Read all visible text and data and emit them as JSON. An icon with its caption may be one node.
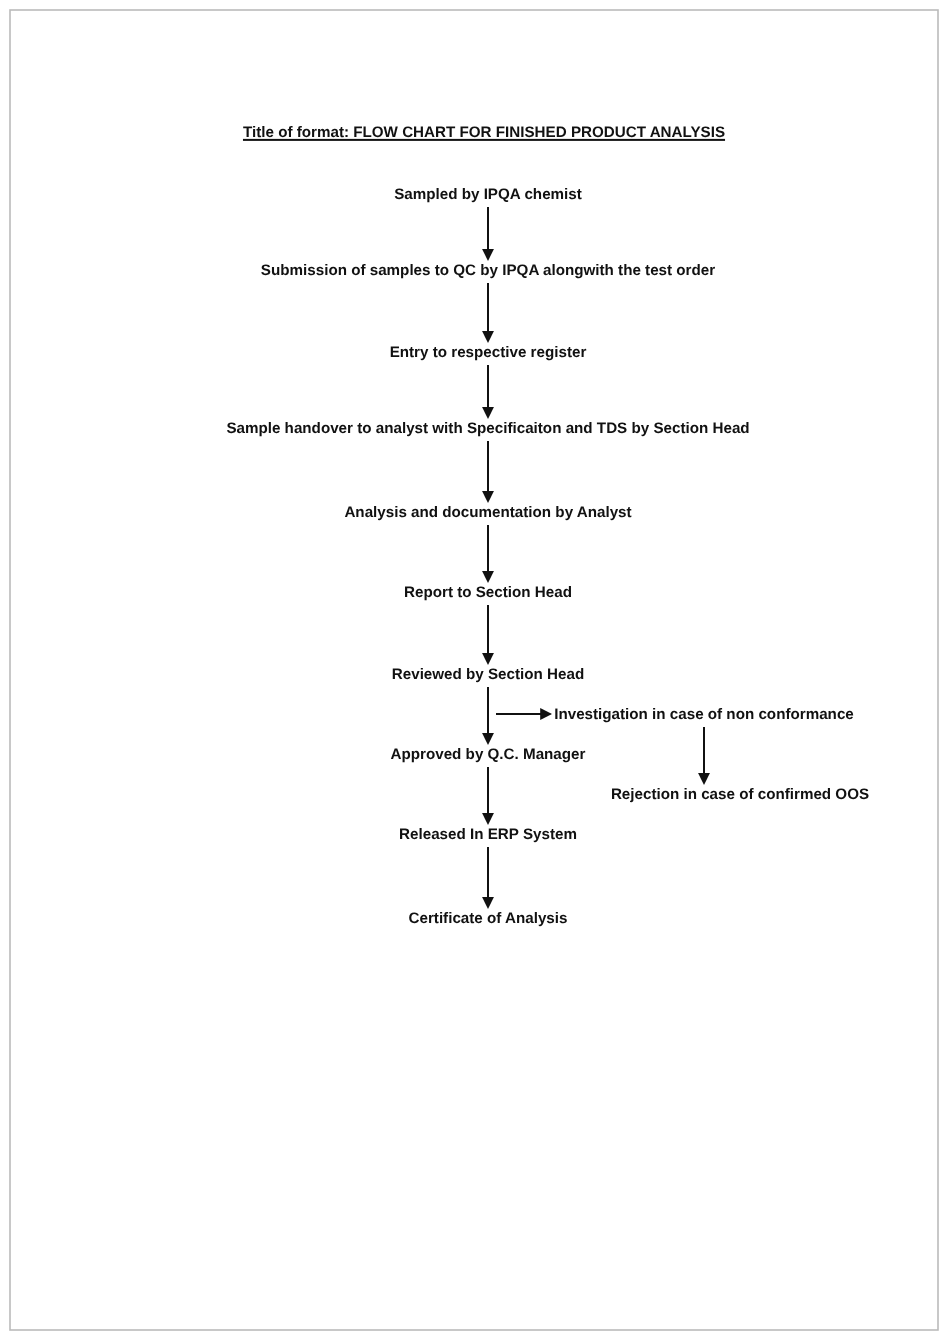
{
  "diagram": {
    "title": "Title of format: FLOW CHART FOR FINISHED PRODUCT ANALYSIS",
    "nodes": [
      {
        "text": [
          "Sampled by IPQA chemist"
        ]
      },
      {
        "text": [
          "Submission of samples to QC by IPQA alongwith the test order"
        ]
      },
      {
        "text": [
          "Entry to respective register"
        ]
      },
      {
        "text": [
          "Sample handover to analyst with Specificaiton and TDS by Section Head"
        ]
      },
      {
        "text": [
          "Analysis and documentation by Analyst"
        ]
      },
      {
        "text": [
          "Report to Section Head"
        ]
      },
      {
        "text": [
          "Reviewed by Section Head"
        ]
      },
      {
        "text": [
          "Investigation in case of non conformance"
        ]
      },
      {
        "text": [
          "Approved by Q.C. Manager"
        ]
      },
      {
        "text": [
          "Rejection in case of confirmed OOS"
        ]
      },
      {
        "text": [
          "Released In ERP System"
        ]
      },
      {
        "text": [
          "Certificate of Analysis"
        ]
      }
    ],
    "edges": [
      {
        "from": 0,
        "to": 1,
        "arrow": "to"
      },
      {
        "from": 1,
        "to": 2,
        "arrow": "to"
      },
      {
        "from": 2,
        "to": 3,
        "arrow": "to"
      },
      {
        "from": 3,
        "to": 4,
        "arrow": "to"
      },
      {
        "from": 4,
        "to": 5,
        "arrow": "to"
      },
      {
        "from": 5,
        "to": 6,
        "arrow": "to"
      },
      {
        "from": 6,
        "to": 8,
        "arrow": "to"
      },
      {
        "from": 6,
        "to": 7,
        "arrow": "to"
      },
      {
        "from": 7,
        "to": 9,
        "arrow": "to"
      },
      {
        "from": 8,
        "to": 10,
        "arrow": "to"
      },
      {
        "from": 10,
        "to": 11,
        "arrow": "to"
      }
    ]
  }
}
